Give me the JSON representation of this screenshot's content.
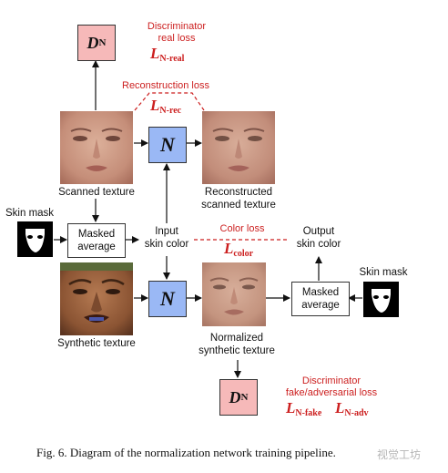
{
  "top_discriminator": {
    "symbol": "D",
    "sub": "N",
    "loss_title_line1": "Discriminator",
    "loss_title_line2": "real loss",
    "loss_symbol": "L",
    "loss_sub": "N-real"
  },
  "reconstruction": {
    "title": "Reconstruction loss",
    "loss_symbol": "L",
    "loss_sub": "N-rec"
  },
  "network": {
    "symbol": "N"
  },
  "scanned_texture_label": "Scanned texture",
  "reconstructed_label_line1": "Reconstructed",
  "reconstructed_label_line2": "scanned texture",
  "skin_mask_left": "Skin mask",
  "skin_mask_right": "Skin mask",
  "masked_average_left_line1": "Masked",
  "masked_average_left_line2": "average",
  "masked_average_right_line1": "Masked",
  "masked_average_right_line2": "average",
  "input_skin_color_line1": "Input",
  "input_skin_color_line2": "skin color",
  "color_loss": {
    "title": "Color loss",
    "loss_symbol": "L",
    "loss_sub": "color"
  },
  "output_skin_color_line1": "Output",
  "output_skin_color_line2": "skin color",
  "synthetic_texture_label": "Synthetic texture",
  "normalized_label_line1": "Normalized",
  "normalized_label_line2": "synthetic texture",
  "bottom_discriminator": {
    "symbol": "D",
    "sub": "N",
    "loss_title_line1": "Discriminator",
    "loss_title_line2": "fake/adversarial loss",
    "loss_symbol_1": "L",
    "loss_sub_1": "N-fake",
    "loss_symbol_2": "L",
    "loss_sub_2": "N-adv"
  },
  "caption": "Fig. 6.  Diagram of the normalization network training pipeline.",
  "watermark": "视觉工坊",
  "colors": {
    "loss_red": "#cc1f1f",
    "discriminator_fill": "#f6b9b9",
    "network_fill": "#9ab8f5"
  }
}
